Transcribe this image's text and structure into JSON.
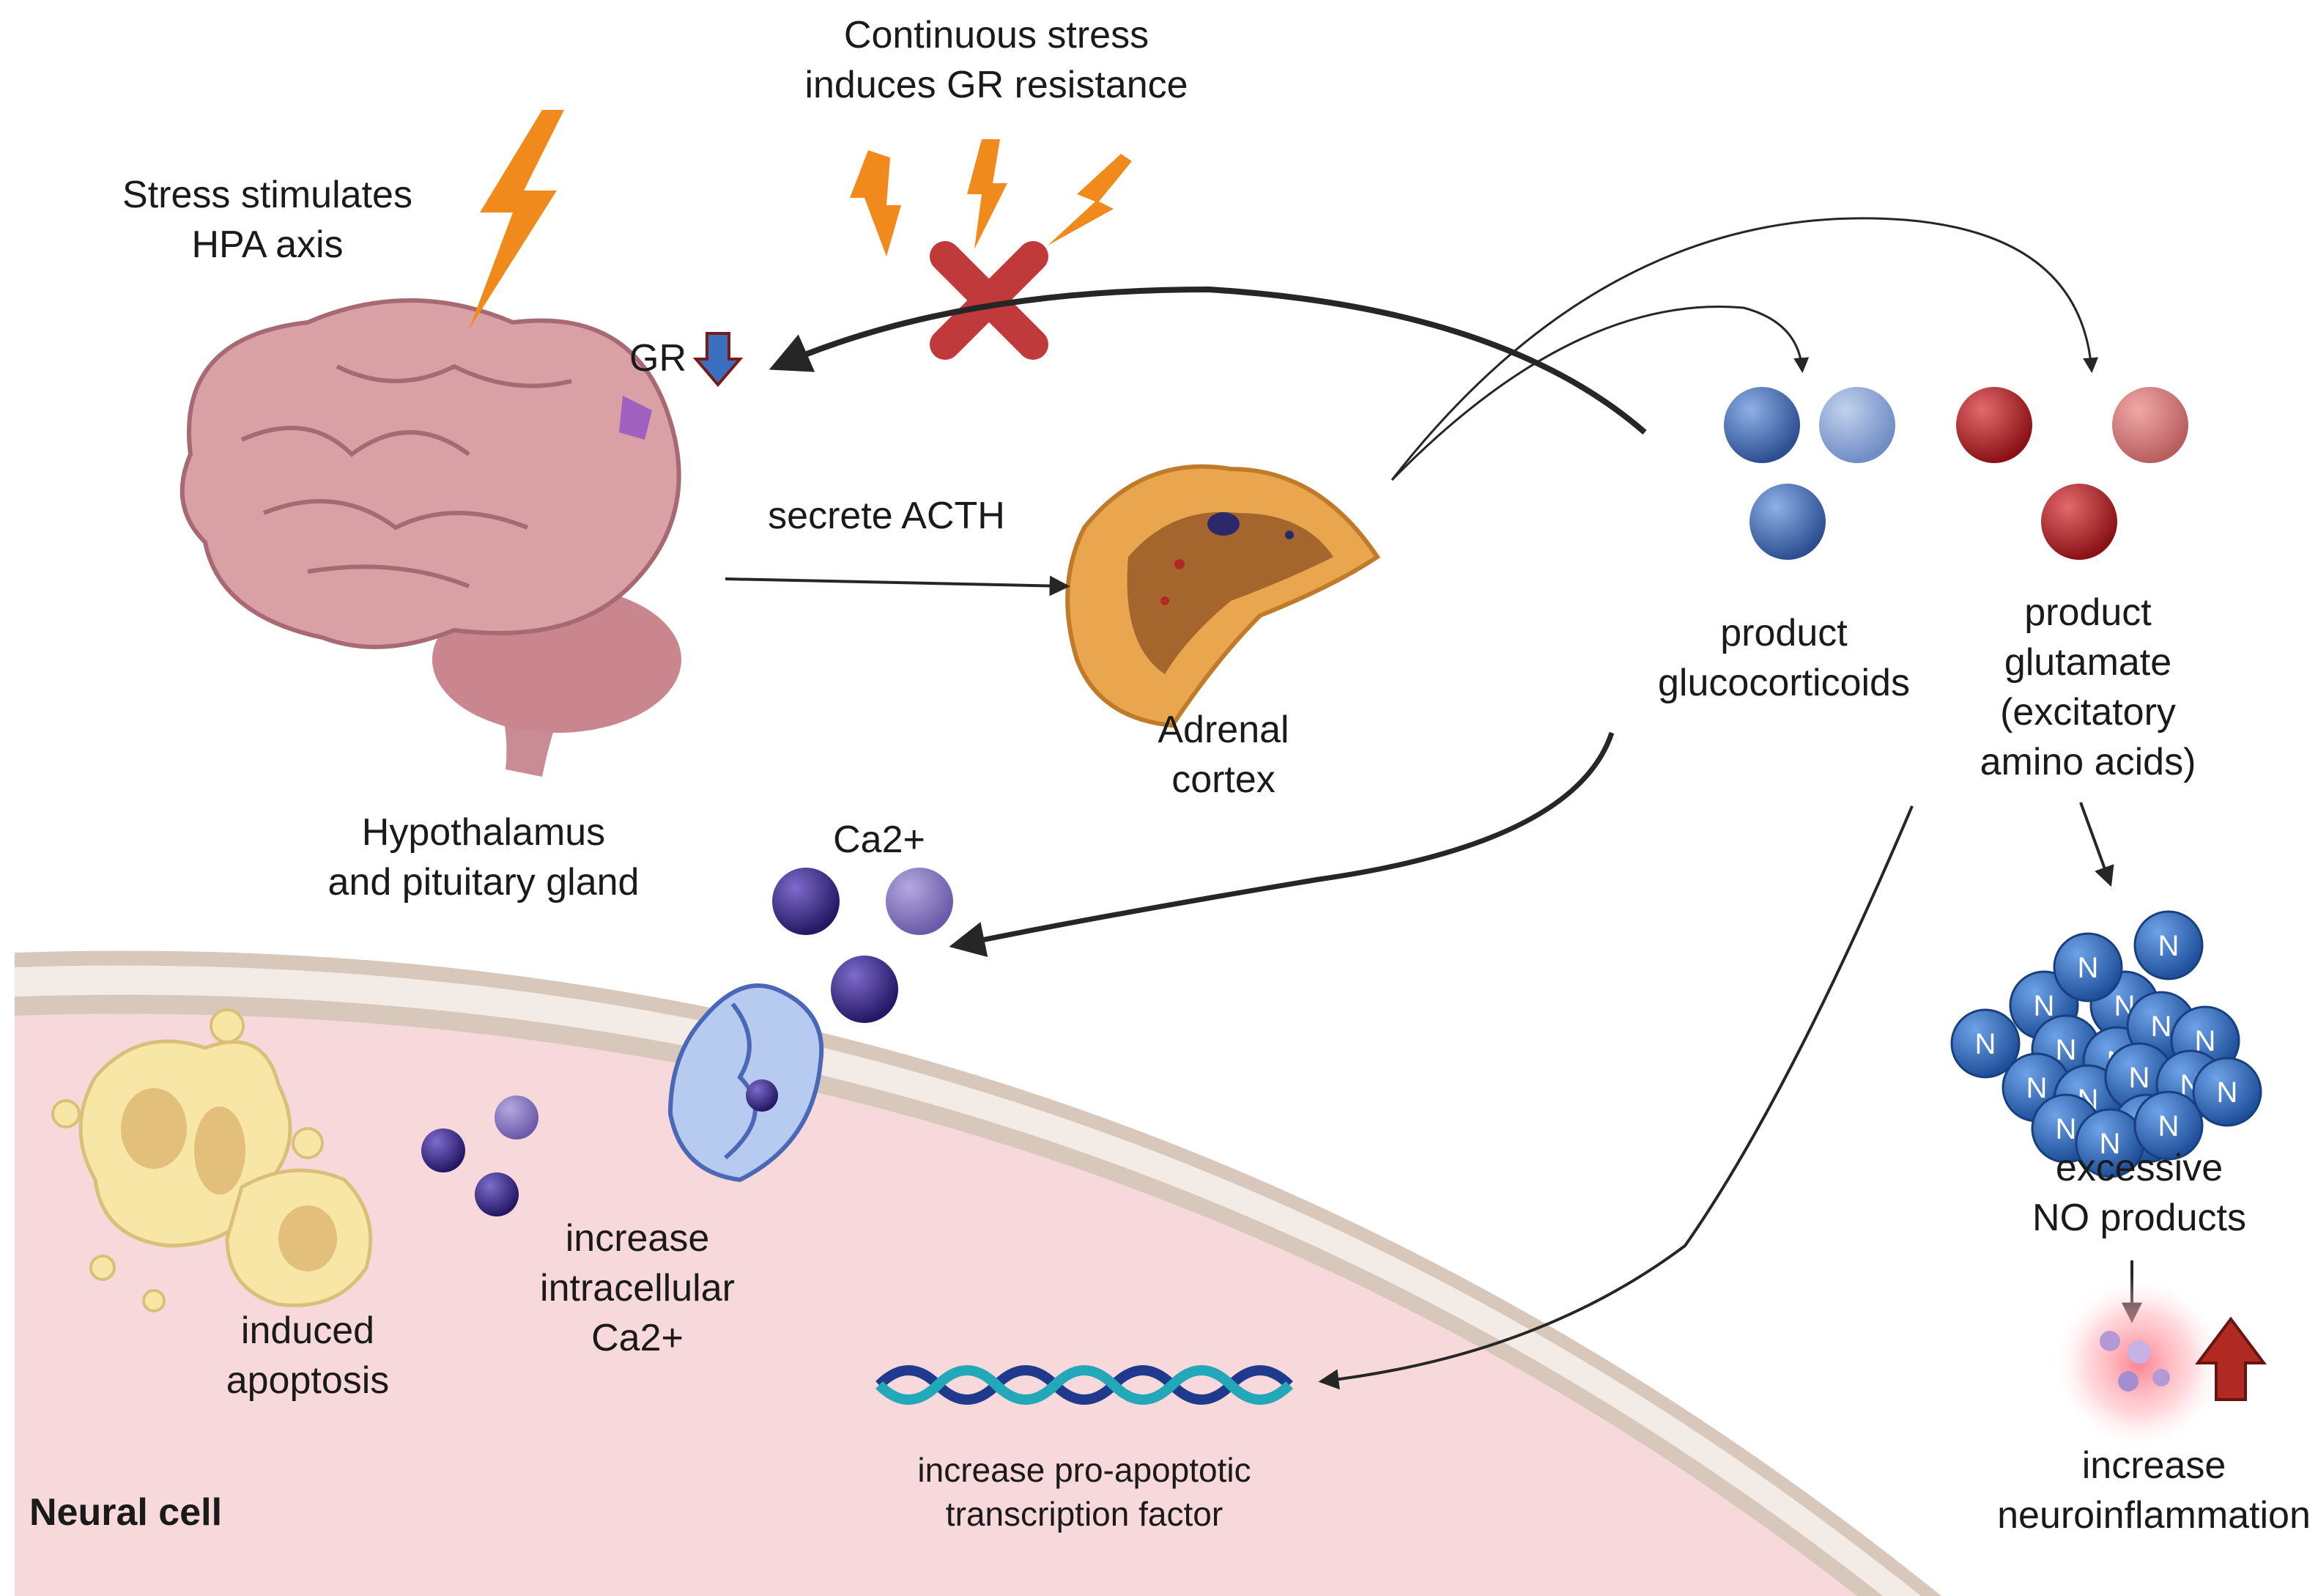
{
  "labels": {
    "stress_hpa": [
      "Stress stimulates",
      "HPA axis"
    ],
    "continuous_stress": [
      "Continuous stress",
      "induces GR resistance"
    ],
    "gr": "GR",
    "secrete_acth": "secrete ACTH",
    "adrenal_cortex": [
      "Adrenal",
      "cortex"
    ],
    "hypothalamus": [
      "Hypothalamus",
      "and pituitary gland"
    ],
    "glucocorticoids": [
      "product",
      "glucocorticoids"
    ],
    "glutamate": [
      "product",
      "glutamate",
      "(excitatory",
      "amino acids)"
    ],
    "ca2": "Ca2+",
    "intracellular_ca": [
      "increase",
      "intracellular",
      "Ca2+"
    ],
    "apoptosis": [
      "induced",
      "apoptosis"
    ],
    "transcription": [
      "increase pro-apoptotic",
      "transcription factor"
    ],
    "no_products": [
      "excessive",
      "NO products"
    ],
    "neuroinflammation": [
      "increase",
      "neuroinflammation"
    ],
    "neural_cell": "Neural cell",
    "n_letter": "N"
  },
  "colors": {
    "arrow": "#262626",
    "lightning": "#f08a1c",
    "cross": "#c0393b",
    "glucocorticoid": "#3f6cb4",
    "glutamate": "#b01f23",
    "calcium": "#3b2a8c",
    "no_molecule": "#2e68b8",
    "brain": "#d9a0a6",
    "adrenal": "#e9a64e",
    "cell_fill": "#f7d9db",
    "membrane": "#d9c9bd",
    "dna_dark": "#1f3a8c",
    "dna_light": "#22a8b8",
    "up_arrow": "#b02a23",
    "down_arrow": "#3a6fc0"
  }
}
